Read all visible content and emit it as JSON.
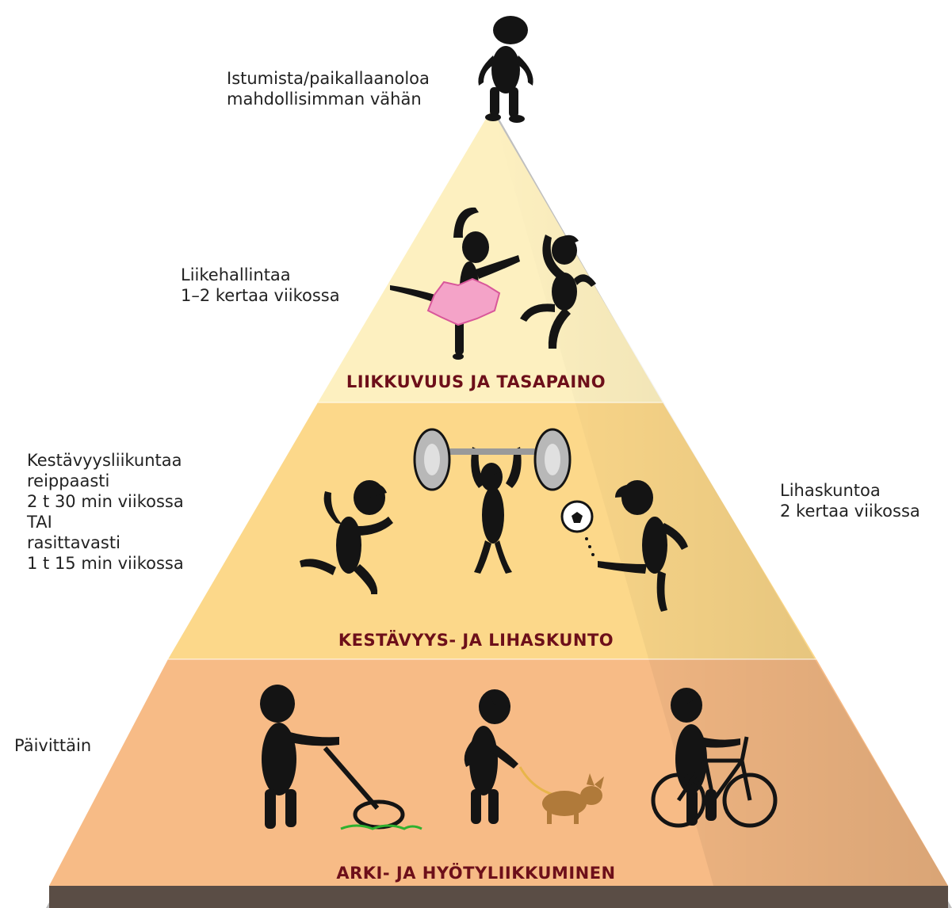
{
  "colors": {
    "tier_top": "#fdf0c0",
    "tier_middle": "#fcd88a",
    "tier_bottom": "#f7bb86",
    "title_text": "#6d0f1a",
    "figure": "#141414",
    "tutu": "#f4a3c8",
    "grass": "#2fb12f",
    "leash": "#e8b54a",
    "dog": "#b07a3a"
  },
  "top": {
    "note": [
      "Istumista/paikallaanoloa",
      "mahdollisimman vähän"
    ]
  },
  "tiers": [
    {
      "title": "LIIKKUVUUS JA TASAPAINO",
      "notes_left": [
        "Liikehallintaa",
        "1–2 kertaa viikossa"
      ],
      "figures": [
        "ballet-dancer-icon",
        "dancing-figure-icon"
      ]
    },
    {
      "title": "KESTÄVYYS- JA LIHASKUNTO",
      "notes_left": [
        "Kestävyysliikuntaa",
        "reippaasti",
        "2 t 30 min viikossa",
        "TAI",
        "rasittavasti",
        "1 t 15 min viikossa"
      ],
      "notes_right": [
        "Lihaskuntoa",
        "2 kertaa viikossa"
      ],
      "figures": [
        "runner-icon",
        "weightlifter-icon",
        "football-player-icon"
      ]
    },
    {
      "title": "ARKI- JA HYÖTYLIIKKUMINEN",
      "notes_left": [
        "Päivittäin"
      ],
      "figures": [
        "lawn-mower-figure-icon",
        "dog-walker-icon",
        "cyclist-icon"
      ]
    }
  ]
}
